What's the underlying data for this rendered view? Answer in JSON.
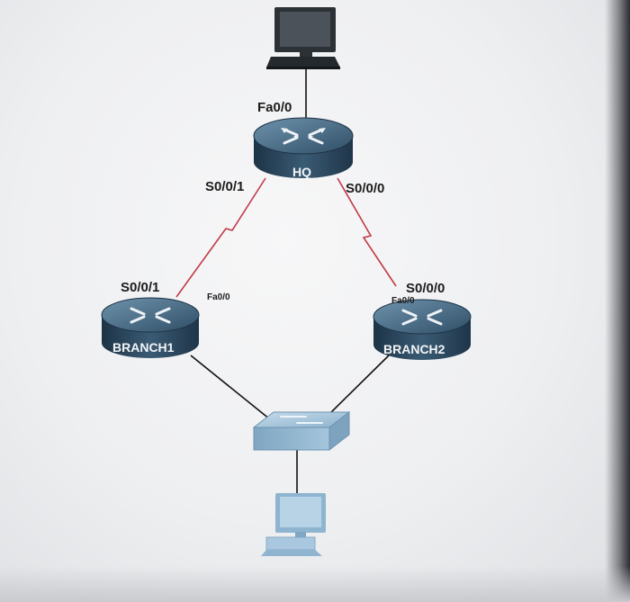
{
  "diagram": {
    "nodes": {
      "hq": {
        "name": "HQ"
      },
      "branch1": {
        "name": "BRANCH1"
      },
      "branch2": {
        "name": "BRANCH2"
      }
    },
    "interfaces": {
      "hq_fa": "Fa0/0",
      "hq_s_left": "S0/0/1",
      "hq_s_right": "S0/0/0",
      "branch1_s": "S0/0/1",
      "branch1_fa": "Fa0/0",
      "branch2_s": "S0/0/0",
      "branch2_fa": "Fa0/0"
    }
  },
  "colors": {
    "serial_link": "#c23a48",
    "ethernet_link": "#111111",
    "router_body": "#3b5e78",
    "switch_body": "#9ec3dc"
  },
  "icons": [
    "pc-icon",
    "router-icon",
    "switch-icon"
  ]
}
